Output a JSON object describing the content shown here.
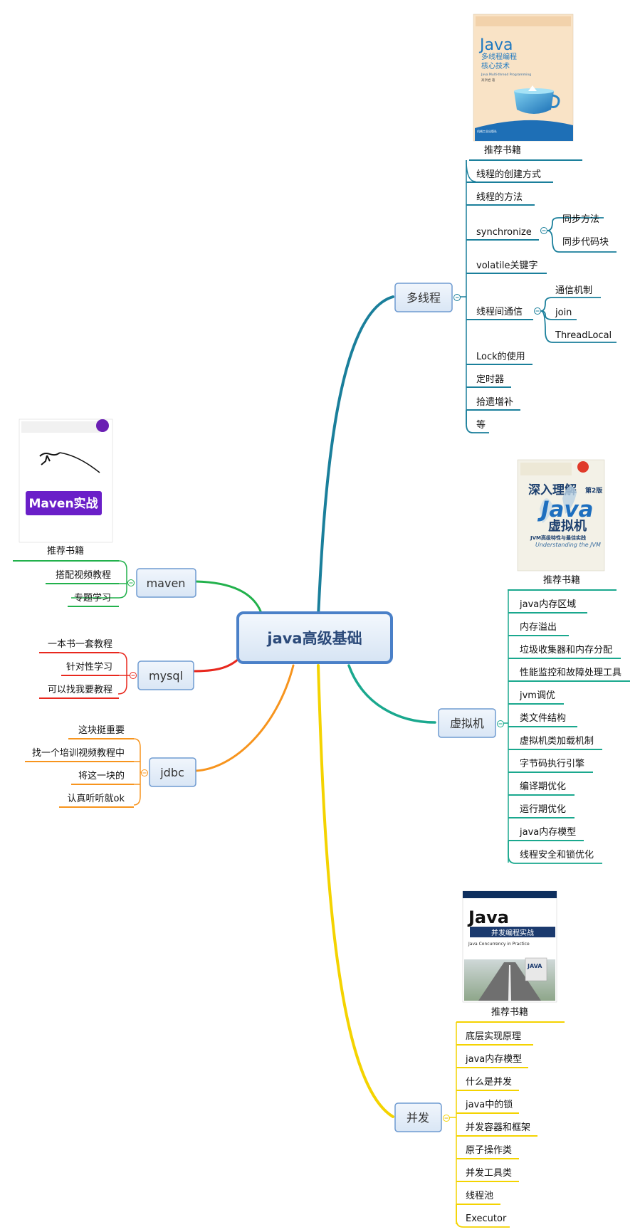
{
  "central": "java高级基础",
  "colors": {
    "multithread": "#1a7f9b",
    "jvm": "#1aa88e",
    "concurrency": "#f4d300",
    "maven": "#22b14c",
    "mysql": "#e8281e",
    "jdbc": "#f7941d",
    "topic_fill": "#e3edf8",
    "topic_border": "#6f9bd1"
  },
  "multithread": {
    "label": "多线程",
    "book_label": "推荐书籍",
    "book": {
      "title": "Java",
      "subtitle1": "多线程编程",
      "subtitle2": "核心技术",
      "eng": "Java Multi-thread Programming",
      "author": "高洪岩 著",
      "publisher": "机械工业出版社"
    },
    "items": [
      "线程的创建方式",
      "线程的方法",
      "synchronize",
      "volatile关键字",
      "线程间通信",
      "Lock的使用",
      "定时器",
      "拾遗增补",
      "等"
    ],
    "sync_children": [
      "同步方法",
      "同步代码块"
    ],
    "comm_children": [
      "通信机制",
      "join",
      "ThreadLocal"
    ]
  },
  "jvm": {
    "label": "虚拟机",
    "book_label": "推荐书籍",
    "book": {
      "t1": "深入理解",
      "t2": "Java",
      "t3": "虚拟机",
      "t4": "JVM高级特性与最佳实践",
      "edition": "第2版",
      "eng": "Understanding the JVM"
    },
    "items": [
      "java内存区域",
      "内存溢出",
      "垃圾收集器和内存分配",
      "性能监控和故障处理工具",
      "jvm调优",
      "类文件结构",
      "虚拟机类加载机制",
      "字节码执行引擎",
      "编译期优化",
      "运行期优化",
      "java内存模型",
      "线程安全和锁优化"
    ]
  },
  "concurrency": {
    "label": "并发",
    "book_label": "推荐书籍",
    "book": {
      "title": "Java",
      "subtitle": "并发编程实战",
      "eng": "Java Concurrency in Practice",
      "inset": "JAVA"
    },
    "items": [
      "底层实现原理",
      "java内存模型",
      "什么是并发",
      "java中的锁",
      "并发容器和框架",
      "原子操作类",
      "并发工具类",
      "线程池",
      "Executor"
    ]
  },
  "maven": {
    "label": "maven",
    "book_label": "推荐书籍",
    "book": {
      "title": "Maven实战"
    },
    "items": [
      "搭配视频教程",
      "专题学习"
    ]
  },
  "mysql": {
    "label": "mysql",
    "items": [
      "一本书一套教程",
      "针对性学习",
      "可以找我要教程"
    ]
  },
  "jdbc": {
    "label": "jdbc",
    "items": [
      "这块挺重要",
      "找一个培训视频教程中",
      "将这一块的",
      "认真听听就ok"
    ]
  }
}
